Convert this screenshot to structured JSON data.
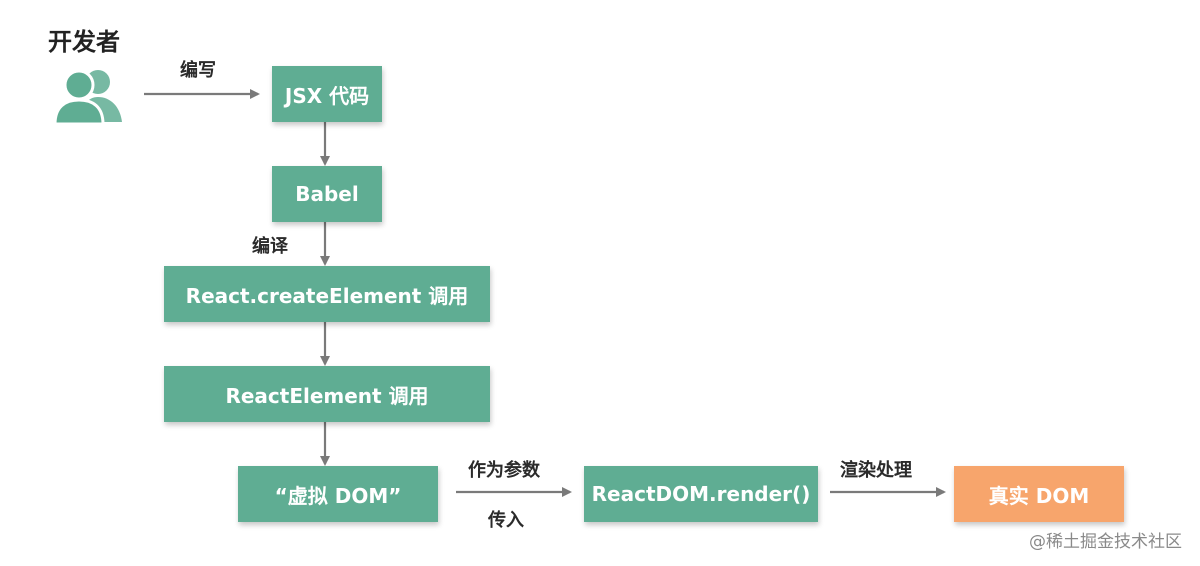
{
  "colors": {
    "node": "#5fad93",
    "node_final": "#f7a56c",
    "arrow": "#7a7a7a",
    "icon": "#5fad93"
  },
  "actor": {
    "label": "开发者",
    "icon": "users-icon"
  },
  "nodes": {
    "jsx": "JSX 代码",
    "babel": "Babel",
    "create_element": "React.createElement 调用",
    "react_element": "ReactElement 调用",
    "virtual_dom": "“虚拟 DOM”",
    "render": "ReactDOM.render()",
    "real_dom": "真实 DOM"
  },
  "edges": {
    "write": "编写",
    "compile": "编译",
    "as_param": "作为参数",
    "pass_in": "传入",
    "render_process": "渲染处理"
  },
  "watermark": "@稀土掘金技术社区"
}
